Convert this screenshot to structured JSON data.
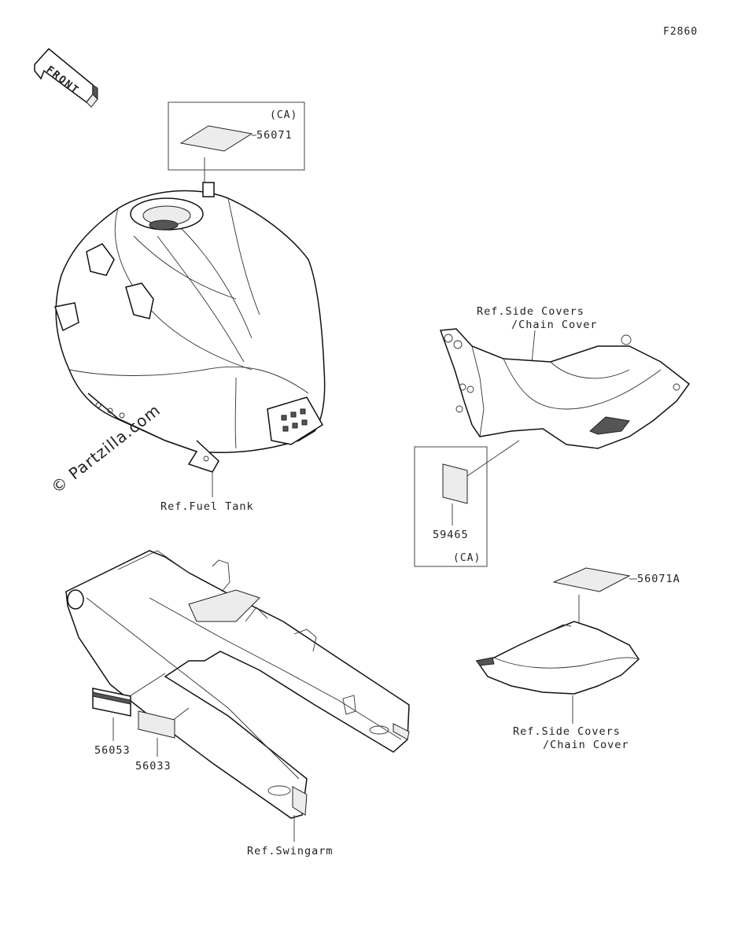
{
  "figure_code": "F2860",
  "front_arrow_label": "FRONT",
  "watermark": "© Partzilla.com",
  "labels": {
    "ca_top": "(CA)",
    "part_56071": "56071",
    "ref_fuel_tank": "Ref.Fuel Tank",
    "ref_side_covers_1_line1": "Ref.Side Covers",
    "ref_side_covers_1_line2": "/Chain Cover",
    "part_59465": "59465",
    "ca_mid": "(CA)",
    "part_56071A": "56071A",
    "ref_side_covers_2_line1": "Ref.Side Covers",
    "ref_side_covers_2_line2": "/Chain Cover",
    "part_56053": "56053",
    "part_56033": "56033",
    "ref_swingarm": "Ref.Swingarm"
  }
}
